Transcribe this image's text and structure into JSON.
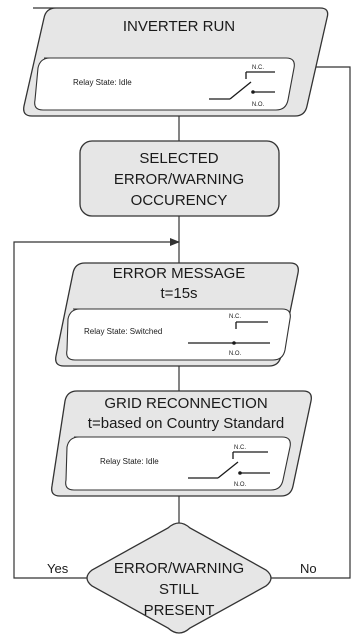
{
  "nodes": {
    "inverter_run": {
      "title": "INVERTER RUN",
      "relay_label": "Relay State: Idle",
      "nc": "N.C.",
      "no": "N.O."
    },
    "selected": {
      "line1": "SELECTED",
      "line2": "ERROR/WARNING",
      "line3": "OCCURENCY"
    },
    "error_message": {
      "title": "ERROR MESSAGE",
      "subtitle": "t=15s",
      "relay_label": "Relay State: Switched",
      "nc": "N.C.",
      "no": "N.O."
    },
    "grid_reconnection": {
      "title": "GRID RECONNECTION",
      "subtitle": "t=based on Country Standard",
      "relay_label": "Relay State: Idle",
      "nc": "N.C.",
      "no": "N.O."
    },
    "decision": {
      "line1": "ERROR/WARNING",
      "line2": "STILL",
      "line3": "PRESENT"
    }
  },
  "edges": {
    "yes": "Yes",
    "no": "No"
  },
  "colors": {
    "shape_fill": "#e6e6e6",
    "stroke": "#333333",
    "inner_fill": "#ffffff"
  }
}
